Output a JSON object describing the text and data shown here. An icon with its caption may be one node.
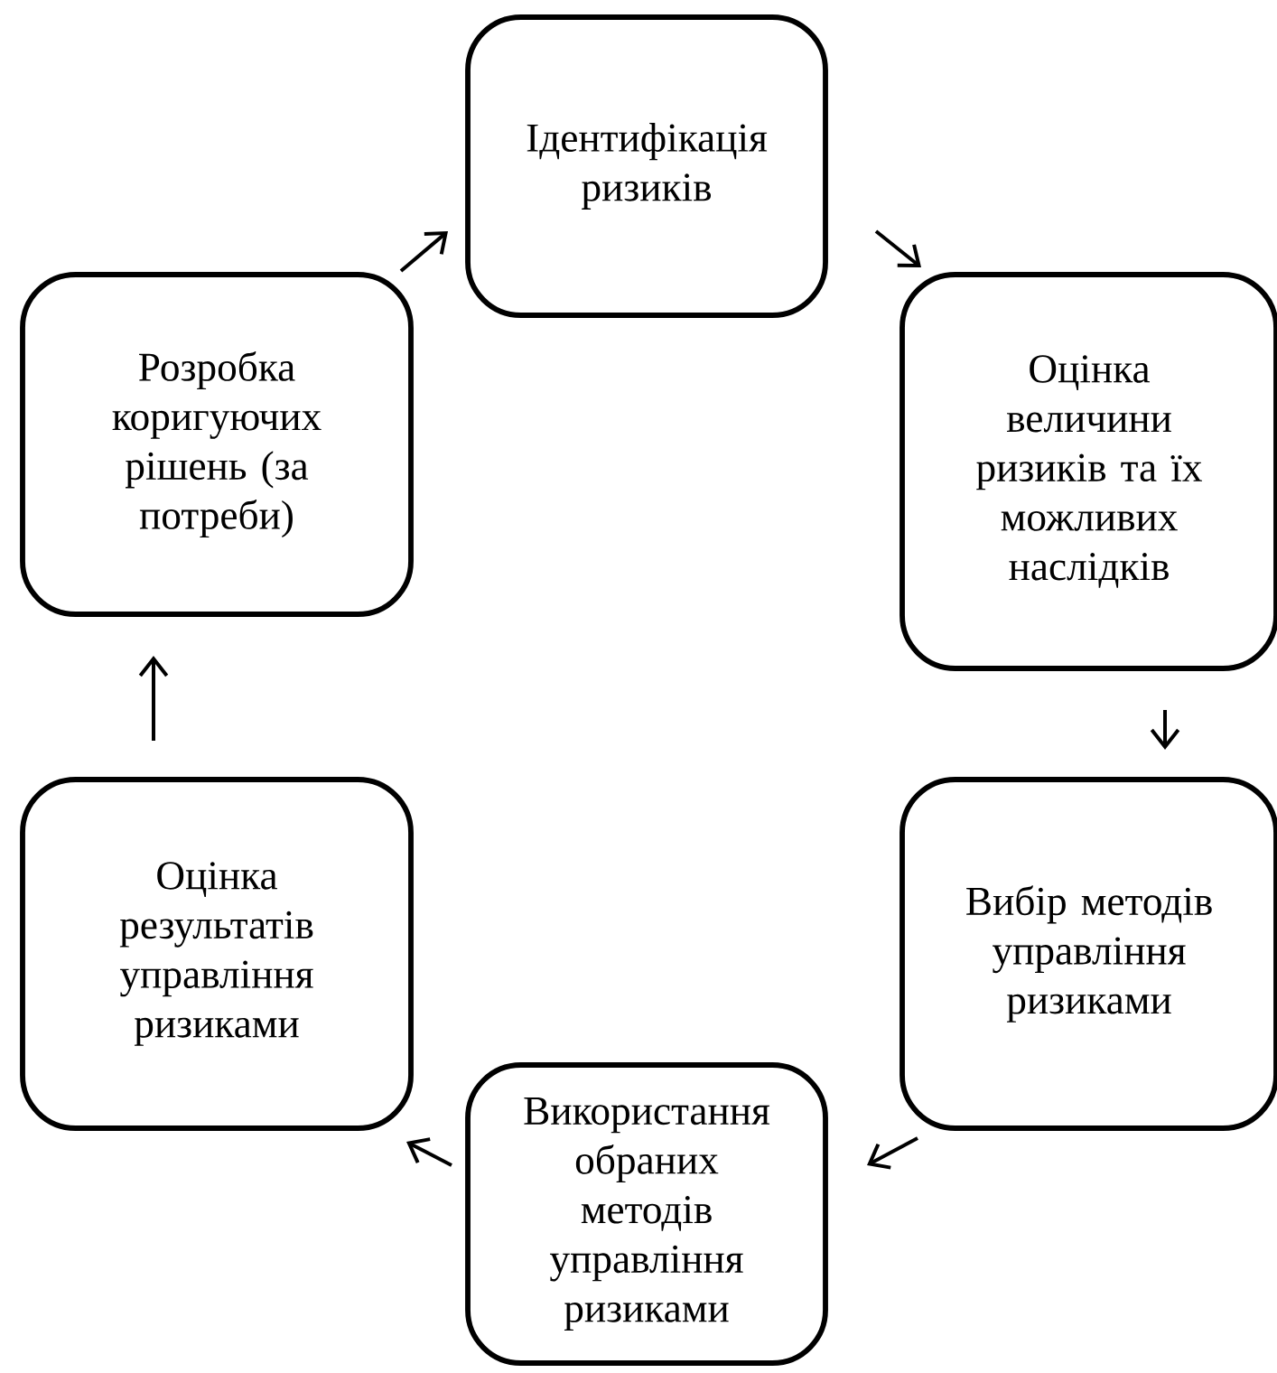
{
  "diagram": {
    "nodes": [
      {
        "text": [
          "Ідентифікація ризиків"
        ]
      },
      {
        "text": [
          "Оцінка величини ризиків та їх можливих наслідків"
        ]
      },
      {
        "text": [
          "Вибір методів управління ризиками"
        ]
      },
      {
        "text": [
          "Використання обраних методів управління ризиками"
        ]
      },
      {
        "text": [
          "Оцінка результатів управління ризиками"
        ]
      },
      {
        "text": [
          "Розробка коригуючих рішень (за потреби)"
        ]
      }
    ],
    "edges": [
      {
        "from": 5,
        "to": 0,
        "arrow": "to"
      },
      {
        "from": 0,
        "to": 1,
        "arrow": "to"
      },
      {
        "from": 1,
        "to": 2,
        "arrow": "to"
      },
      {
        "from": 2,
        "to": 3,
        "arrow": "to"
      },
      {
        "from": 3,
        "to": 4,
        "arrow": "to"
      },
      {
        "from": 4,
        "to": 5,
        "arrow": "to"
      }
    ]
  }
}
